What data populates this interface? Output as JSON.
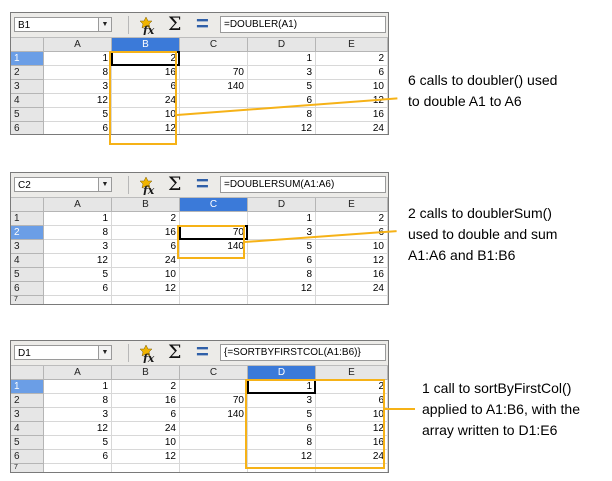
{
  "panels": [
    {
      "name_box": "B1",
      "formula": "=DOUBLER(A1)",
      "columns": [
        "A",
        "B",
        "C",
        "D",
        "E"
      ],
      "selected_col": 1,
      "selected_row": 0,
      "rows": [
        {
          "label": "1",
          "cells": [
            "1",
            "2",
            "",
            "1",
            "2"
          ]
        },
        {
          "label": "2",
          "cells": [
            "8",
            "16",
            "70",
            "3",
            "6"
          ]
        },
        {
          "label": "3",
          "cells": [
            "3",
            "6",
            "140",
            "5",
            "10"
          ]
        },
        {
          "label": "4",
          "cells": [
            "12",
            "24",
            "",
            "6",
            "12"
          ]
        },
        {
          "label": "5",
          "cells": [
            "5",
            "10",
            "",
            "8",
            "16"
          ]
        },
        {
          "label": "6",
          "cells": [
            "6",
            "12",
            "",
            "12",
            "24"
          ]
        }
      ],
      "partial_row_label": "",
      "annotation": [
        "6 calls to doubler() used",
        "to double A1 to A6"
      ]
    },
    {
      "name_box": "C2",
      "formula": "=DOUBLERSUM(A1:A6)",
      "columns": [
        "A",
        "B",
        "C",
        "D",
        "E"
      ],
      "selected_col": 2,
      "selected_row": 1,
      "rows": [
        {
          "label": "1",
          "cells": [
            "1",
            "2",
            "",
            "1",
            "2"
          ]
        },
        {
          "label": "2",
          "cells": [
            "8",
            "16",
            "70",
            "3",
            "6"
          ]
        },
        {
          "label": "3",
          "cells": [
            "3",
            "6",
            "140",
            "5",
            "10"
          ]
        },
        {
          "label": "4",
          "cells": [
            "12",
            "24",
            "",
            "6",
            "12"
          ]
        },
        {
          "label": "5",
          "cells": [
            "5",
            "10",
            "",
            "8",
            "16"
          ]
        },
        {
          "label": "6",
          "cells": [
            "6",
            "12",
            "",
            "12",
            "24"
          ]
        }
      ],
      "partial_row_label": "7",
      "annotation": [
        "2 calls to doublerSum()",
        "used to double and sum",
        "A1:A6 and B1:B6"
      ]
    },
    {
      "name_box": "D1",
      "formula": "{=SORTBYFIRSTCOL(A1:B6)}",
      "columns": [
        "A",
        "B",
        "C",
        "D",
        "E"
      ],
      "selected_col": 3,
      "selected_row": 0,
      "rows": [
        {
          "label": "1",
          "cells": [
            "1",
            "2",
            "",
            "1",
            "2"
          ]
        },
        {
          "label": "2",
          "cells": [
            "8",
            "16",
            "70",
            "3",
            "6"
          ]
        },
        {
          "label": "3",
          "cells": [
            "3",
            "6",
            "140",
            "5",
            "10"
          ]
        },
        {
          "label": "4",
          "cells": [
            "12",
            "24",
            "",
            "6",
            "12"
          ]
        },
        {
          "label": "5",
          "cells": [
            "5",
            "10",
            "",
            "8",
            "16"
          ]
        },
        {
          "label": "6",
          "cells": [
            "6",
            "12",
            "",
            "12",
            "24"
          ]
        }
      ],
      "partial_row_label": "7",
      "annotation": [
        "1 call to sortByFirstCol()",
        "applied to A1:B6, with the",
        "array written to D1:E6"
      ]
    }
  ],
  "colors": {
    "highlight": "#f6b217",
    "selected_header": "#3b7ad9"
  },
  "icons": [
    "dropdown-arrow-icon",
    "function-wizard-icon",
    "sum-icon",
    "formula-equals-icon"
  ]
}
